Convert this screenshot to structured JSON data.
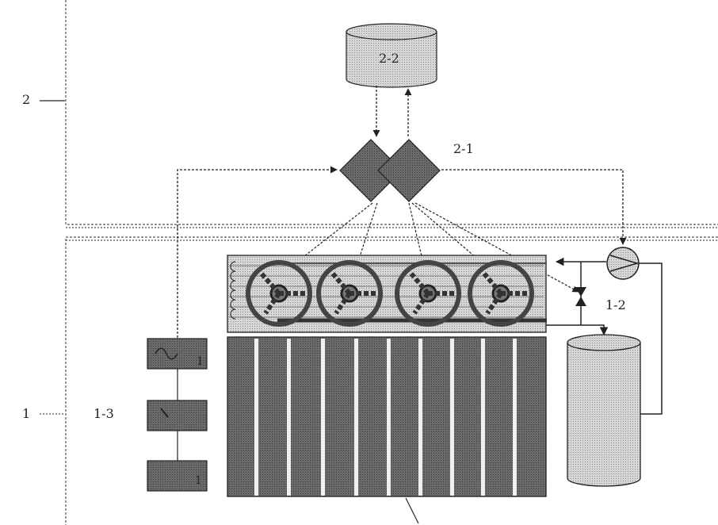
{
  "labels": {
    "zone_upper": "2",
    "zone_lower": "1",
    "database": "2-2",
    "controller": "2-1",
    "valve_group": "1-2",
    "sensor_group": "1-3",
    "sensor_box_top": "1",
    "sensor_box_bottom": "1"
  },
  "colors": {
    "line": "#222222",
    "box_fill": "#8a8a8a",
    "database_fill": "#bdbdbd",
    "tank_fill": "#c9c9c9",
    "stack_fill": "#5e5e5e",
    "stack_stripe": "#f2f2f2",
    "cooler_fill": "#c4c4c4",
    "fan_ring": "#444444"
  },
  "icons": {
    "sensor_top": "wave-icon",
    "sensor_mid": "needle-icon",
    "pump": "pump-icon",
    "valve": "valve-icon"
  }
}
